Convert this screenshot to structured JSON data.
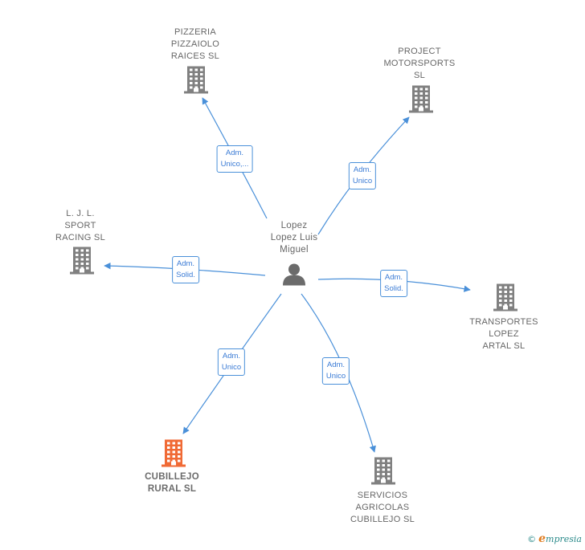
{
  "colors": {
    "edge": "#4a90d9",
    "company_icon": "#808080",
    "highlight_icon": "#f06a35",
    "person_icon": "#6b6b6b"
  },
  "person": {
    "label": "Lopez\nLopez Luis\nMiguel",
    "icon": "person-icon"
  },
  "companies": [
    {
      "id": "pizzeria",
      "label": "PIZZERIA\nPIZZAIOLO\nRAICES  SL",
      "icon": "building-icon"
    },
    {
      "id": "project",
      "label": "PROJECT\nMOTORSPORTS\nSL",
      "icon": "building-icon"
    },
    {
      "id": "jl",
      "label": "L.  J. L.\nSPORT\nRACING SL",
      "icon": "building-icon"
    },
    {
      "id": "transportes",
      "label": "TRANSPORTES\nLOPEZ\nARTAL  SL",
      "icon": "building-icon"
    },
    {
      "id": "cubillejo",
      "label": "CUBILLEJO\nRURAL  SL",
      "icon": "building-icon",
      "highlight": true
    },
    {
      "id": "servicios",
      "label": "SERVICIOS\nAGRICOLAS\nCUBILLEJO  SL",
      "icon": "building-icon"
    }
  ],
  "relations": [
    {
      "target": "pizzeria",
      "label": "Adm.\nUnico,..."
    },
    {
      "target": "project",
      "label": "Adm.\nUnico"
    },
    {
      "target": "jl",
      "label": "Adm.\nSolid."
    },
    {
      "target": "transportes",
      "label": "Adm.\nSolid."
    },
    {
      "target": "cubillejo",
      "label": "Adm.\nUnico"
    },
    {
      "target": "servicios",
      "label": "Adm.\nUnico"
    }
  ],
  "footer": {
    "copyright": "©",
    "brand_initial": "e",
    "brand_rest": "mpresia"
  }
}
